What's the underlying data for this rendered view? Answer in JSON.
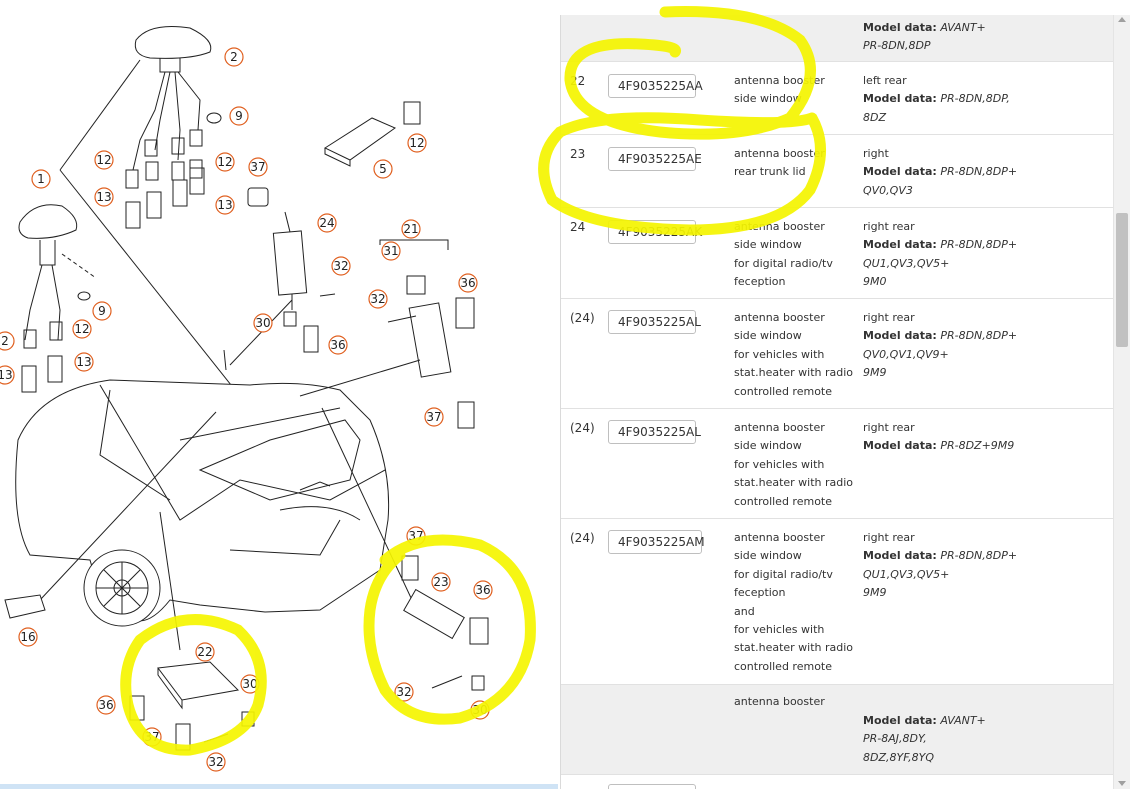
{
  "diagram": {
    "callouts": [
      "1",
      "2",
      "5",
      "9",
      "12",
      "13",
      "16",
      "21",
      "22",
      "23",
      "24",
      "30",
      "31",
      "32",
      "36",
      "37"
    ],
    "callout_color": "#e06020"
  },
  "table": {
    "top_row": {
      "model_label": "Model data:",
      "model_value_1": "AVANT+",
      "model_value_2": "PR-8DN,8DP"
    },
    "rows": [
      {
        "pos": "22",
        "part": "4F9035225AA",
        "desc": [
          "antenna booster",
          "side window"
        ],
        "note_head": "left rear",
        "model_label": "Model data:",
        "model_lines": [
          "PR-8DN,8DP,",
          "8DZ"
        ]
      },
      {
        "pos": "23",
        "part": "4F9035225AE",
        "desc": [
          "antenna booster",
          "rear trunk lid"
        ],
        "note_head": "right",
        "model_label": "Model data:",
        "model_lines": [
          "PR-8DN,8DP+",
          "QV0,QV3"
        ]
      },
      {
        "pos": "24",
        "part": "4F9035225AK",
        "desc": [
          "antenna booster",
          "side window",
          "for digital radio/tv",
          "feception"
        ],
        "note_head": "right rear",
        "model_label": "Model data:",
        "model_lines": [
          "PR-8DN,8DP+",
          "QU1,QV3,QV5+",
          "9M0"
        ]
      },
      {
        "pos": "(24)",
        "part": "4F9035225AL",
        "desc": [
          "antenna booster",
          "side window",
          "for vehicles with",
          "stat.heater with radio",
          "controlled remote"
        ],
        "note_head": "right rear",
        "model_label": "Model data:",
        "model_lines": [
          "PR-8DN,8DP+",
          "QV0,QV1,QV9+",
          "9M9"
        ]
      },
      {
        "pos": "(24)",
        "part": "4F9035225AL",
        "desc": [
          "antenna booster",
          "side window",
          "for vehicles with",
          "stat.heater with radio",
          "controlled remote"
        ],
        "note_head": "right rear",
        "model_label": "Model data:",
        "model_lines": [
          "PR-8DZ+9M9"
        ]
      },
      {
        "pos": "(24)",
        "part": "4F9035225AM",
        "desc": [
          "antenna booster",
          "side window",
          "for digital radio/tv",
          "feception",
          "and",
          "for vehicles with",
          "stat.heater with radio",
          "controlled remote"
        ],
        "note_head": "right rear",
        "model_label": "Model data:",
        "model_lines": [
          "PR-8DN,8DP+",
          "QU1,QV3,QV5+",
          "9M9"
        ]
      }
    ],
    "bottom_row": {
      "desc": "antenna booster",
      "model_label": "Model data:",
      "model_lines": [
        "AVANT+",
        "PR-8AJ,8DY,",
        "8DZ,8YF,8YQ"
      ]
    }
  },
  "colors": {
    "highlight": "#f5f500",
    "row_gray": "#efefef"
  }
}
